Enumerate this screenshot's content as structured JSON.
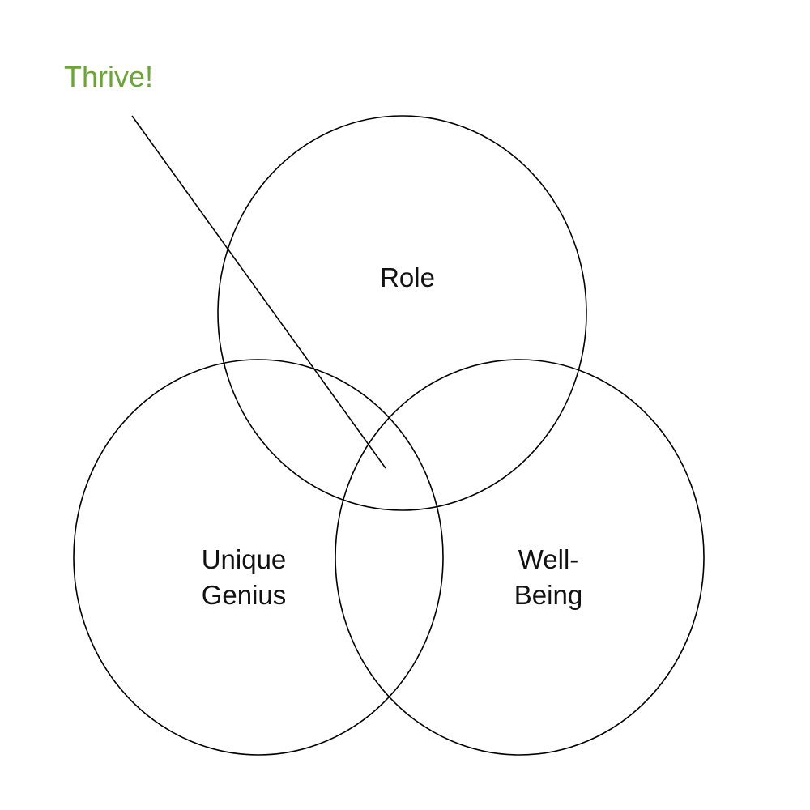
{
  "title": "Thrive!",
  "colors": {
    "accent": "#6aa632",
    "stroke": "#000000",
    "text": "#111111"
  },
  "circles": [
    {
      "id": "role",
      "lines": [
        "Role"
      ]
    },
    {
      "id": "unique-genius",
      "lines": [
        "Unique",
        "Genius"
      ]
    },
    {
      "id": "well-being",
      "lines": [
        "Well-",
        "Being"
      ]
    }
  ]
}
